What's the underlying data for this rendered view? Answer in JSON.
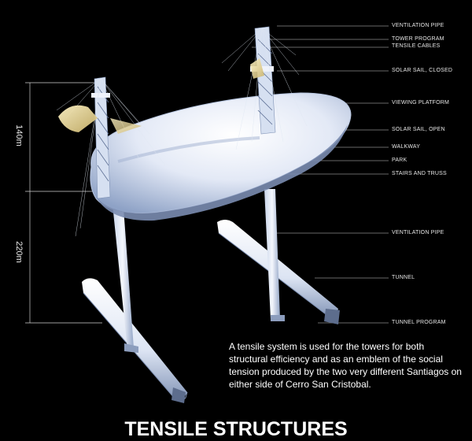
{
  "diagram": {
    "callouts": [
      "VENTILATION PIPE",
      "TOWER PROGRAM",
      "TENSILE CABLES",
      "SOLAR SAIL, CLOSED",
      "VIEWING PLATFORM",
      "SOLAR SAIL, OPEN",
      "WALKWAY",
      "PARK",
      "STAIRS AND TRUSS",
      "VENTILATION PIPE",
      "TUNNEL",
      "TUNNEL PROGRAM"
    ],
    "dimensions": [
      "140m",
      "220m"
    ],
    "caption": "A tensile system is used for the towers for both structural efficiency and as an emblem of the social tension produced by the two very different Santiagos on either side of Cerro San Cristobal.",
    "title": "TENSILE STRUCTURES"
  },
  "colors": {
    "background": "#000000",
    "structure": "#dfe8f6",
    "structure_shade": "#9fb2cf",
    "park_surface": "#eef2fb",
    "sail": "#f3e3a8"
  }
}
